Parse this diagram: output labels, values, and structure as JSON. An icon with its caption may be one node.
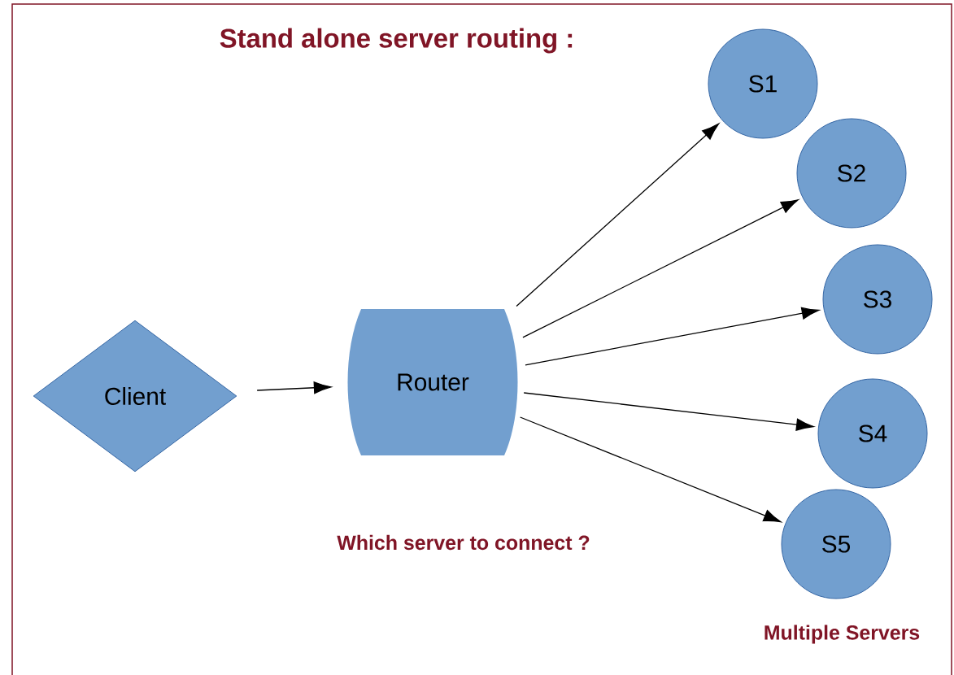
{
  "diagram": {
    "title": "Stand alone server routing :",
    "nodes": [
      {
        "text": [
          "Client"
        ]
      },
      {
        "text": [
          "Router"
        ]
      },
      {
        "text": [
          "S1"
        ]
      },
      {
        "text": [
          "S2"
        ]
      },
      {
        "text": [
          "S3"
        ]
      },
      {
        "text": [
          "S4"
        ]
      },
      {
        "text": [
          "S5"
        ]
      }
    ],
    "edges": [
      {
        "from": 0,
        "to": 1,
        "arrow": "to"
      },
      {
        "from": 1,
        "to": 2,
        "arrow": "to"
      },
      {
        "from": 1,
        "to": 3,
        "arrow": "to"
      },
      {
        "from": 1,
        "to": 4,
        "arrow": "to"
      },
      {
        "from": 1,
        "to": 5,
        "arrow": "to"
      },
      {
        "from": 1,
        "to": 6,
        "arrow": "to"
      }
    ],
    "labels": [
      "Which server to connect ?",
      "Multiple Servers"
    ]
  }
}
